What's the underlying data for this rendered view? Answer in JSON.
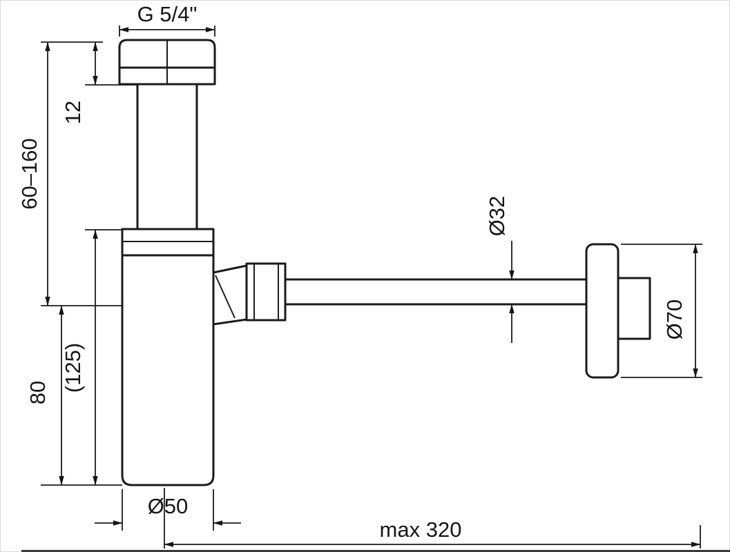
{
  "diagram": {
    "title": "Bottle trap (siphon) dimensioned technical drawing",
    "labels": {
      "thread_size": "G 5/4\"",
      "flange_thickness": "12",
      "adjustable_height": "60–160",
      "lower_height": "80",
      "overall_height": "(125)",
      "cup_diameter": "Ø50",
      "pipe_diameter": "Ø32",
      "rosette_diameter": "Ø70",
      "max_length": "max 320"
    }
  }
}
